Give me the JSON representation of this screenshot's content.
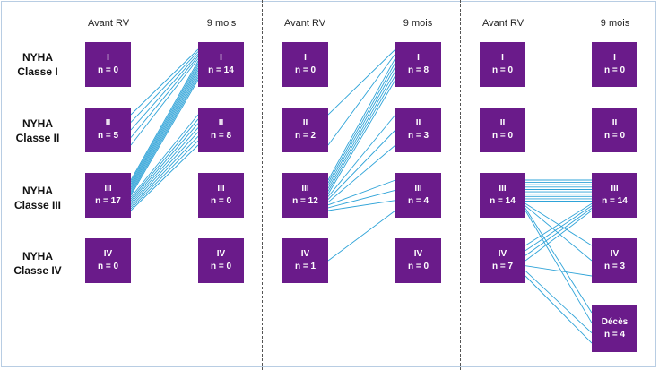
{
  "row_labels": [
    {
      "line1": "NYHA",
      "line2": "Classe I"
    },
    {
      "line1": "NYHA",
      "line2": "Classe II"
    },
    {
      "line1": "NYHA",
      "line2": "Classe III"
    },
    {
      "line1": "NYHA",
      "line2": "Classe IV"
    }
  ],
  "colors": {
    "box": "#6a1b8a",
    "link": "#2ea3d8",
    "frame": "#b8cde3",
    "divider": "#555555"
  },
  "panels": [
    {
      "before_label": "Avant RV",
      "after_label": "9 mois",
      "before": [
        {
          "class": "I",
          "n": "n = 0"
        },
        {
          "class": "II",
          "n": "n = 5"
        },
        {
          "class": "III",
          "n": "n = 17"
        },
        {
          "class": "IV",
          "n": "n = 0"
        }
      ],
      "after": [
        {
          "class": "I",
          "n": "n = 14"
        },
        {
          "class": "II",
          "n": "n = 8"
        },
        {
          "class": "III",
          "n": "n = 0"
        },
        {
          "class": "IV",
          "n": "n = 0"
        }
      ],
      "links": [
        {
          "from": 1,
          "to": 0,
          "count": 5
        },
        {
          "from": 2,
          "to": 0,
          "count": 9
        },
        {
          "from": 2,
          "to": 1,
          "count": 8
        }
      ]
    },
    {
      "before_label": "Avant RV",
      "after_label": "9 mois",
      "before": [
        {
          "class": "I",
          "n": "n = 0"
        },
        {
          "class": "II",
          "n": "n = 2"
        },
        {
          "class": "III",
          "n": "n = 12"
        },
        {
          "class": "IV",
          "n": "n = 1"
        }
      ],
      "after": [
        {
          "class": "I",
          "n": "n = 8"
        },
        {
          "class": "II",
          "n": "n = 3"
        },
        {
          "class": "III",
          "n": "n = 4"
        },
        {
          "class": "IV",
          "n": "n = 0"
        }
      ],
      "links": [
        {
          "from": 1,
          "to": 0,
          "count": 2
        },
        {
          "from": 2,
          "to": 0,
          "count": 6
        },
        {
          "from": 2,
          "to": 1,
          "count": 3
        },
        {
          "from": 2,
          "to": 2,
          "count": 3
        },
        {
          "from": 3,
          "to": 2,
          "count": 1
        }
      ]
    },
    {
      "before_label": "Avant RV",
      "after_label": "9 mois",
      "before": [
        {
          "class": "I",
          "n": "n = 0"
        },
        {
          "class": "II",
          "n": "n = 0"
        },
        {
          "class": "III",
          "n": "n = 14"
        },
        {
          "class": "IV",
          "n": "n = 7"
        }
      ],
      "after": [
        {
          "class": "I",
          "n": "n = 0"
        },
        {
          "class": "II",
          "n": "n = 0"
        },
        {
          "class": "III",
          "n": "n = 14"
        },
        {
          "class": "IV",
          "n": "n = 3"
        },
        {
          "class": "Décès",
          "n": "n = 4"
        }
      ],
      "links": [
        {
          "from": 2,
          "to": 2,
          "count": 10
        },
        {
          "from": 2,
          "to": 3,
          "count": 2
        },
        {
          "from": 2,
          "to": 4,
          "count": 2
        },
        {
          "from": 3,
          "to": 2,
          "count": 4
        },
        {
          "from": 3,
          "to": 3,
          "count": 1
        },
        {
          "from": 3,
          "to": 4,
          "count": 2
        }
      ]
    }
  ]
}
